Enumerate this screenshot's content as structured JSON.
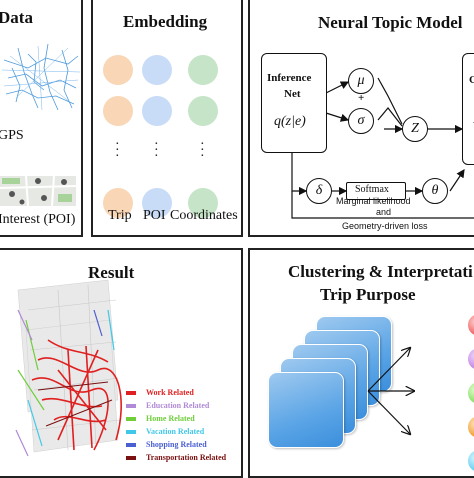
{
  "panel_data": {
    "title": "Data",
    "gps_label": "GPS",
    "poi_label": "Interest (POI)"
  },
  "panel_embedding": {
    "title": "Embedding",
    "col_labels": [
      "Trip",
      "POI",
      "Coordinates"
    ],
    "col_colors": [
      "#f9d6b6",
      "#c8dbf7",
      "#c6e4c7"
    ]
  },
  "panel_ntm": {
    "title": "Neural Topic Model",
    "inference_net_line1": "Inference",
    "inference_net_line2": "Net",
    "inference_formula": "q(z|e)",
    "mu": "μ",
    "sigma": "σ",
    "z": "Z",
    "delta": "δ",
    "theta": "θ",
    "softmax": "Softmax",
    "plus": "+",
    "times": "×",
    "partial_box_top": "Ge",
    "partial_box_mid": "R",
    "loss_line1": "Marginal likelihood",
    "loss_line2": "and",
    "loss_line3": "Geometry-driven loss"
  },
  "panel_result": {
    "title": "Result",
    "legend": [
      {
        "label": "Work Related",
        "color": "#e02020"
      },
      {
        "label": "Education Related",
        "color": "#b08ad6"
      },
      {
        "label": "Home Related",
        "color": "#6fce3a"
      },
      {
        "label": "Vacation Related",
        "color": "#40c8e8"
      },
      {
        "label": "Shopping Related",
        "color": "#4a5fd0"
      },
      {
        "label": "Transportation Related",
        "color": "#7a1010"
      }
    ]
  },
  "panel_cluster": {
    "title_line1": "Clustering & Interpretati",
    "title_line2": "Trip Purpose",
    "ball_colors": [
      "#f06a6a",
      "#c58be0",
      "#8fe06a",
      "#f2a33a",
      "#6ed2f0"
    ]
  }
}
